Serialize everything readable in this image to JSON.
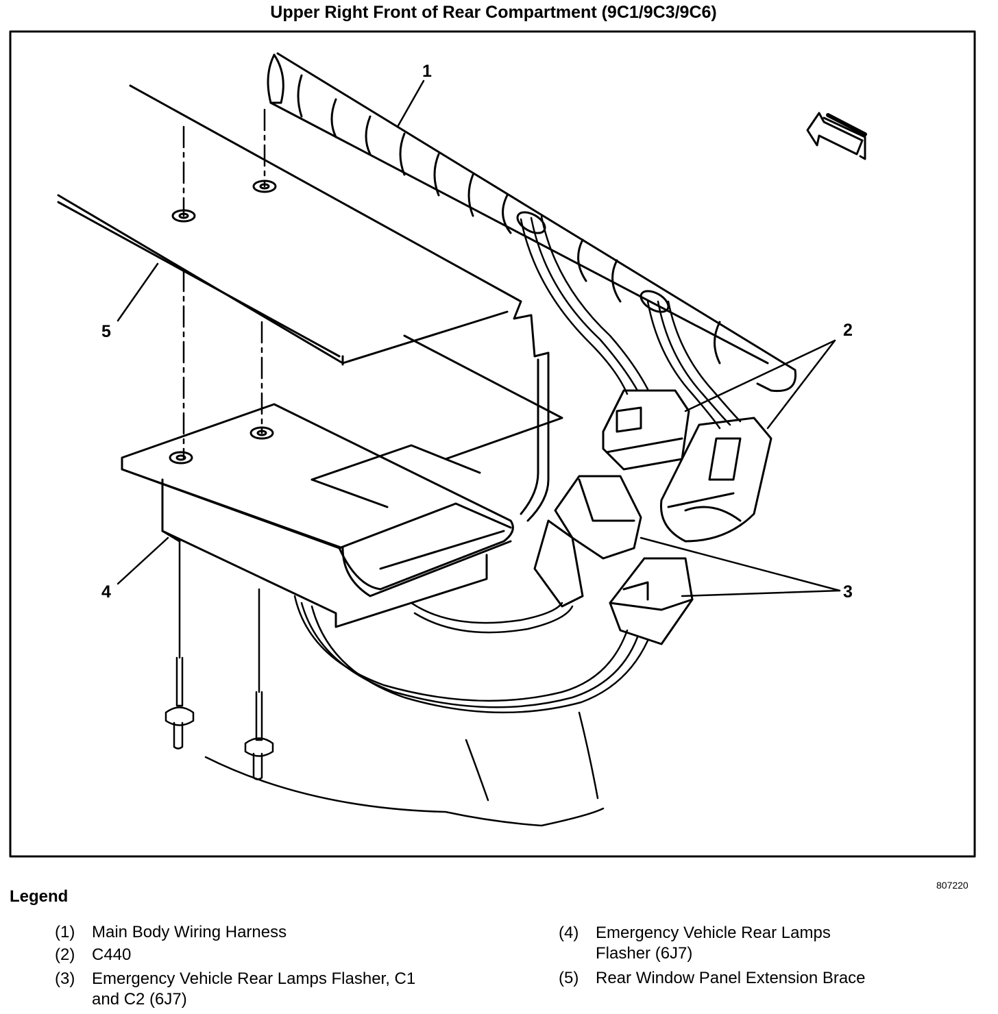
{
  "title": "Upper Right Front of Rear Compartment (9C1/9C3/9C6)",
  "figure_id": "807220",
  "callouts": [
    "1",
    "2",
    "3",
    "4",
    "5"
  ],
  "legend": {
    "heading": "Legend",
    "items": [
      {
        "num": "(1)",
        "text": "Main Body Wiring Harness"
      },
      {
        "num": "(2)",
        "text": "C440"
      },
      {
        "num": "(3)",
        "text": "Emergency Vehicle Rear Lamps Flasher, C1",
        "text2": "and C2 (6J7)"
      },
      {
        "num": "(4)",
        "text": "Emergency Vehicle Rear Lamps",
        "text2": "Flasher (6J7)"
      },
      {
        "num": "(5)",
        "text": "Rear Window Panel Extension Brace"
      }
    ]
  },
  "icons": [
    "direction-arrow-icon"
  ]
}
